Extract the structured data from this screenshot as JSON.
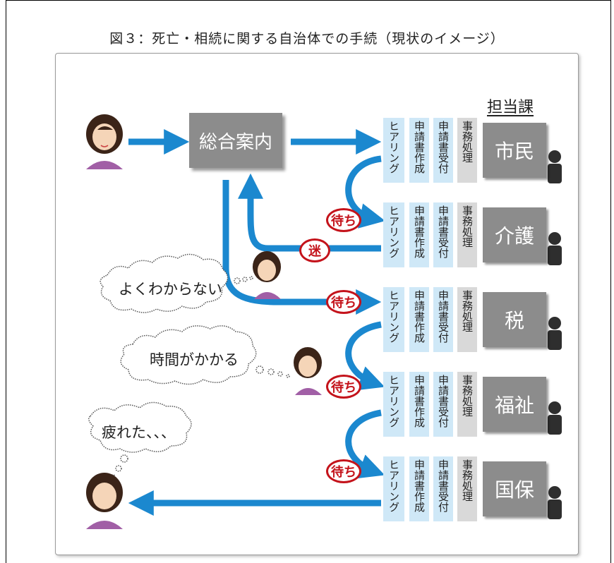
{
  "title": "図３：死亡・相続に関する自治体での手続（現状のイメージ）",
  "info_desk": "総合案内",
  "dept_heading": "担当課",
  "steps": [
    "ヒアリング",
    "申請書作成",
    "申請書受付",
    "事務処理"
  ],
  "departments": [
    "市民",
    "介護",
    "税",
    "福祉",
    "国保"
  ],
  "badges": {
    "wait": "待ち",
    "lost": "迷"
  },
  "thoughts": [
    "よくわからない",
    "時間がかかる",
    "疲れた、、、"
  ],
  "colors": {
    "arrow": "#1b88cf",
    "box": "#8c8c8c",
    "step_blue": "#cfe8f7",
    "step_gray": "#d9d9d9",
    "badge": "#c4131b"
  }
}
